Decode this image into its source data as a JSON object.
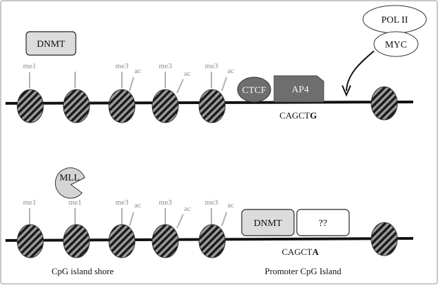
{
  "panel_top": {
    "dnmt_label": "DNMT",
    "pol_label": "POL II",
    "myc_label": "MYC",
    "ctcf_label": "CTCF",
    "ap4_label": "AP4",
    "seq_prefix": "CAGCT",
    "seq_variant": "G",
    "marks": {
      "n1": [
        "me1"
      ],
      "n2": [],
      "n3": [
        "me3",
        "ac"
      ],
      "n4": [
        "me3",
        "ac"
      ],
      "n5": [
        "me3",
        "ac"
      ],
      "n6": []
    }
  },
  "panel_bottom": {
    "mll_label": "MLL",
    "dnmt_label": "DNMT",
    "unknown_label": "??",
    "seq_prefix": "CAGCT",
    "seq_variant": "A",
    "marks": {
      "n1": [
        "me1"
      ],
      "n2": [
        "me1"
      ],
      "n3": [
        "me3",
        "ac"
      ],
      "n4": [
        "me3",
        "ac"
      ],
      "n5": [
        "me3",
        "ac"
      ],
      "n6": []
    }
  },
  "captions": {
    "left": "CpG island shore",
    "right": "Promoter CpG Island"
  },
  "colors": {
    "border": "#b5b5b5",
    "dna": "#111111",
    "nucleosome_fill": "#999999",
    "mark_stem": "#b0b0b0",
    "dnmt_fill": "#dcdcdc",
    "ctcf_fill": "#6e6e6e",
    "ap4_fill": "#6e6e6e",
    "mll_fill": "#d4d4d4",
    "pol_myc_fill": "#ffffff"
  }
}
